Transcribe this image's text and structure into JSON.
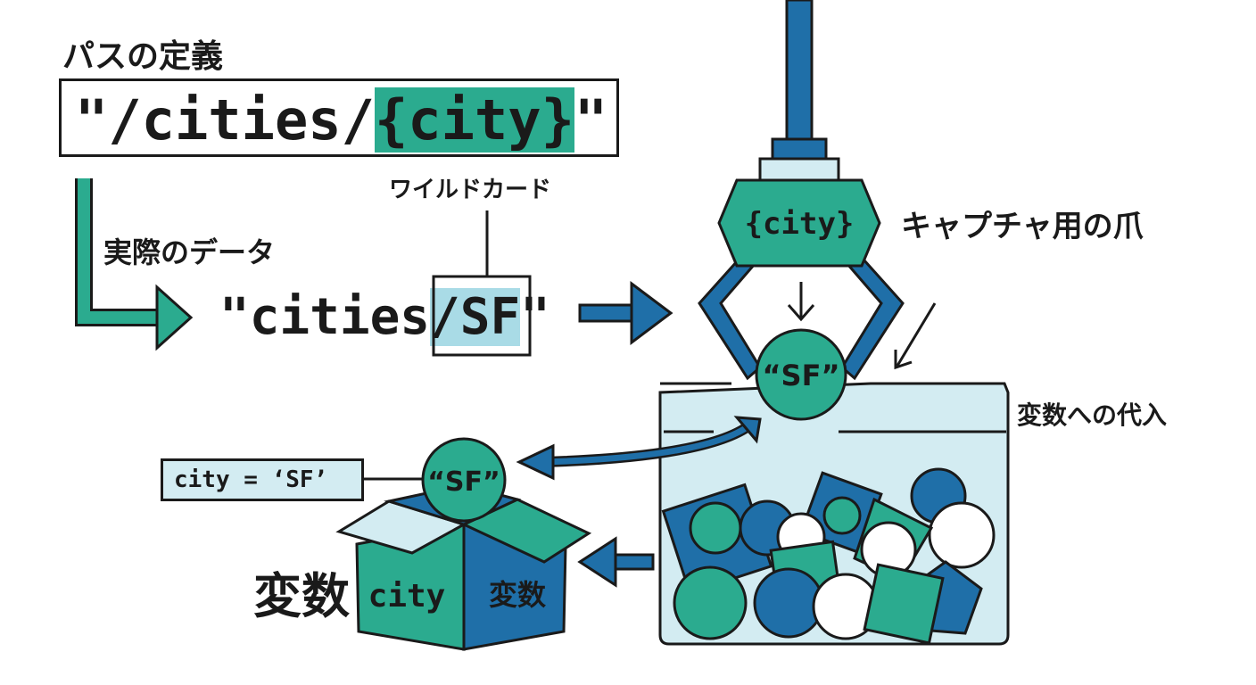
{
  "path_definition": {
    "title": "パスの定義",
    "path_prefix": "\"/cities/",
    "path_wildcard": "{city}",
    "path_suffix": "\"",
    "wildcard_label": "ワイルドカード"
  },
  "actual_data": {
    "label": "実際のデータ",
    "text_prefix": "\"cities",
    "text_highlight": "/SF",
    "text_suffix": "\""
  },
  "claw": {
    "head_text": "{city}",
    "label": "キャプチャ用の爪",
    "ball_text": "“SF”"
  },
  "assignment": {
    "label": "変数への代入"
  },
  "variable": {
    "label": "変数",
    "code": "city = ‘SF’",
    "ball_text": "“SF”",
    "box_front_text": "city",
    "box_side_text": "変数"
  },
  "colors": {
    "teal": "#2bab8f",
    "blue": "#1f6fa8",
    "light_blue": "#d3ecf2",
    "outline": "#1a1a1a"
  }
}
